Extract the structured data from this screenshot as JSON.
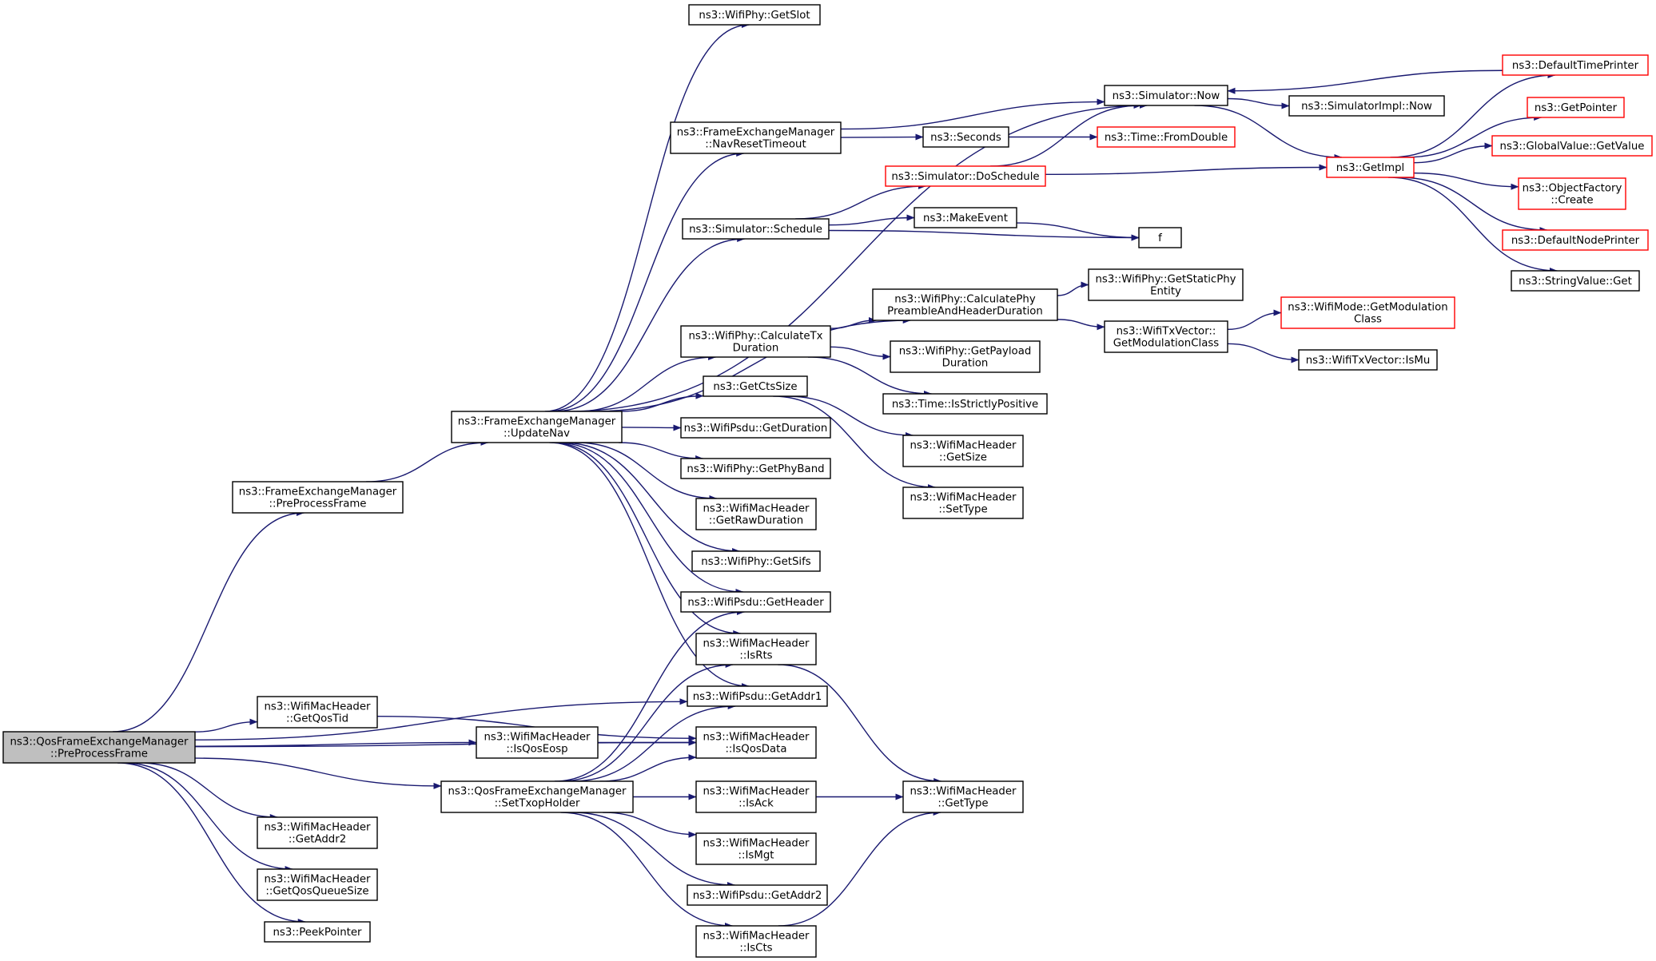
{
  "colors": {
    "edge": "#191970",
    "node_border": "#000000",
    "truncated_node_border": "#ff0000",
    "root_fill": "#bfbfbf",
    "node_fill": "#ffffff"
  },
  "nodes": [
    {
      "id": "qos_preprocess",
      "lines": [
        "ns3::QosFrameExchangeManager",
        "::PreProcessFrame"
      ],
      "root": true
    },
    {
      "id": "fem_preprocess",
      "lines": [
        "ns3::FrameExchangeManager",
        "::PreProcessFrame"
      ]
    },
    {
      "id": "get_qos_tid",
      "lines": [
        "ns3::WifiMacHeader",
        "::GetQosTid"
      ]
    },
    {
      "id": "is_qos_eosp",
      "lines": [
        "ns3::WifiMacHeader",
        "::IsQosEosp"
      ]
    },
    {
      "id": "set_txop_holder",
      "lines": [
        "ns3::QosFrameExchangeManager",
        "::SetTxopHolder"
      ]
    },
    {
      "id": "get_addr2_hdr",
      "lines": [
        "ns3::WifiMacHeader",
        "::GetAddr2"
      ]
    },
    {
      "id": "get_qos_queue_size",
      "lines": [
        "ns3::WifiMacHeader",
        "::GetQosQueueSize"
      ]
    },
    {
      "id": "peek_pointer",
      "lines": [
        "ns3::PeekPointer"
      ]
    },
    {
      "id": "update_nav",
      "lines": [
        "ns3::FrameExchangeManager",
        "::UpdateNav"
      ]
    },
    {
      "id": "get_slot",
      "lines": [
        "ns3::WifiPhy::GetSlot"
      ]
    },
    {
      "id": "nav_reset_timeout",
      "lines": [
        "ns3::FrameExchangeManager",
        "::NavResetTimeout"
      ]
    },
    {
      "id": "sim_schedule",
      "lines": [
        "ns3::Simulator::Schedule"
      ]
    },
    {
      "id": "calc_tx_duration",
      "lines": [
        "ns3::WifiPhy::CalculateTx",
        "Duration"
      ]
    },
    {
      "id": "get_cts_size",
      "lines": [
        "ns3::GetCtsSize"
      ]
    },
    {
      "id": "psdu_get_duration",
      "lines": [
        "ns3::WifiPsdu::GetDuration"
      ]
    },
    {
      "id": "get_phy_band",
      "lines": [
        "ns3::WifiPhy::GetPhyBand"
      ]
    },
    {
      "id": "get_raw_duration",
      "lines": [
        "ns3::WifiMacHeader",
        "::GetRawDuration"
      ]
    },
    {
      "id": "get_sifs",
      "lines": [
        "ns3::WifiPhy::GetSifs"
      ]
    },
    {
      "id": "psdu_get_header",
      "lines": [
        "ns3::WifiPsdu::GetHeader"
      ]
    },
    {
      "id": "is_rts",
      "lines": [
        "ns3::WifiMacHeader",
        "::IsRts"
      ]
    },
    {
      "id": "psdu_get_addr1",
      "lines": [
        "ns3::WifiPsdu::GetAddr1"
      ]
    },
    {
      "id": "is_qos_data",
      "lines": [
        "ns3::WifiMacHeader",
        "::IsQosData"
      ]
    },
    {
      "id": "is_ack",
      "lines": [
        "ns3::WifiMacHeader",
        "::IsAck"
      ]
    },
    {
      "id": "is_mgt",
      "lines": [
        "ns3::WifiMacHeader",
        "::IsMgt"
      ]
    },
    {
      "id": "psdu_get_addr2",
      "lines": [
        "ns3::WifiPsdu::GetAddr2"
      ]
    },
    {
      "id": "is_cts",
      "lines": [
        "ns3::WifiMacHeader",
        "::IsCts"
      ]
    },
    {
      "id": "sim_now",
      "lines": [
        "ns3::Simulator::Now"
      ]
    },
    {
      "id": "seconds",
      "lines": [
        "ns3::Seconds"
      ]
    },
    {
      "id": "sim_do_schedule",
      "lines": [
        "ns3::Simulator::DoSchedule"
      ],
      "truncated": true
    },
    {
      "id": "make_event",
      "lines": [
        "ns3::MakeEvent"
      ]
    },
    {
      "id": "f",
      "lines": [
        "f"
      ]
    },
    {
      "id": "calc_phy_preamble",
      "lines": [
        "ns3::WifiPhy::CalculatePhy",
        "PreambleAndHeaderDuration"
      ]
    },
    {
      "id": "get_payload_duration",
      "lines": [
        "ns3::WifiPhy::GetPayload",
        "Duration"
      ]
    },
    {
      "id": "is_strictly_positive",
      "lines": [
        "ns3::Time::IsStrictlyPositive"
      ]
    },
    {
      "id": "get_size",
      "lines": [
        "ns3::WifiMacHeader",
        "::GetSize"
      ]
    },
    {
      "id": "set_type",
      "lines": [
        "ns3::WifiMacHeader",
        "::SetType"
      ]
    },
    {
      "id": "get_type",
      "lines": [
        "ns3::WifiMacHeader",
        "::GetType"
      ]
    },
    {
      "id": "simimpl_now",
      "lines": [
        "ns3::SimulatorImpl::Now"
      ]
    },
    {
      "id": "time_from_double",
      "lines": [
        "ns3::Time::FromDouble"
      ],
      "truncated": true
    },
    {
      "id": "get_impl",
      "lines": [
        "ns3::GetImpl"
      ],
      "truncated": true
    },
    {
      "id": "get_static_phy_entity",
      "lines": [
        "ns3::WifiPhy::GetStaticPhy",
        "Entity"
      ]
    },
    {
      "id": "txvector_get_mod_class",
      "lines": [
        "ns3::WifiTxVector::",
        "GetModulationClass"
      ]
    },
    {
      "id": "wifimode_get_mod_class",
      "lines": [
        "ns3::WifiMode::GetModulation",
        "Class"
      ],
      "truncated": true
    },
    {
      "id": "txvector_is_mu",
      "lines": [
        "ns3::WifiTxVector::IsMu"
      ]
    },
    {
      "id": "default_time_printer",
      "lines": [
        "ns3::DefaultTimePrinter"
      ],
      "truncated": true
    },
    {
      "id": "get_pointer",
      "lines": [
        "ns3::GetPointer"
      ],
      "truncated": true
    },
    {
      "id": "global_value_get_value",
      "lines": [
        "ns3::GlobalValue::GetValue"
      ],
      "truncated": true
    },
    {
      "id": "object_factory_create",
      "lines": [
        "ns3::ObjectFactory",
        "::Create"
      ],
      "truncated": true
    },
    {
      "id": "default_node_printer",
      "lines": [
        "ns3::DefaultNodePrinter"
      ],
      "truncated": true
    },
    {
      "id": "string_value_get",
      "lines": [
        "ns3::StringValue::Get"
      ]
    }
  ],
  "edges": [
    [
      "qos_preprocess",
      "fem_preprocess"
    ],
    [
      "qos_preprocess",
      "get_qos_tid"
    ],
    [
      "qos_preprocess",
      "is_qos_eosp"
    ],
    [
      "qos_preprocess",
      "set_txop_holder"
    ],
    [
      "qos_preprocess",
      "get_addr2_hdr"
    ],
    [
      "qos_preprocess",
      "get_qos_queue_size"
    ],
    [
      "qos_preprocess",
      "peek_pointer"
    ],
    [
      "qos_preprocess",
      "psdu_get_addr1"
    ],
    [
      "qos_preprocess",
      "is_qos_data"
    ],
    [
      "fem_preprocess",
      "update_nav"
    ],
    [
      "get_qos_tid",
      "is_qos_data"
    ],
    [
      "is_qos_eosp",
      "is_qos_data"
    ],
    [
      "update_nav",
      "get_slot"
    ],
    [
      "update_nav",
      "sim_now"
    ],
    [
      "update_nav",
      "nav_reset_timeout"
    ],
    [
      "update_nav",
      "sim_schedule"
    ],
    [
      "update_nav",
      "calc_phy_preamble"
    ],
    [
      "update_nav",
      "calc_tx_duration"
    ],
    [
      "update_nav",
      "get_cts_size"
    ],
    [
      "update_nav",
      "psdu_get_duration"
    ],
    [
      "update_nav",
      "get_phy_band"
    ],
    [
      "update_nav",
      "get_raw_duration"
    ],
    [
      "update_nav",
      "get_sifs"
    ],
    [
      "update_nav",
      "psdu_get_header"
    ],
    [
      "update_nav",
      "is_rts"
    ],
    [
      "update_nav",
      "psdu_get_addr1"
    ],
    [
      "set_txop_holder",
      "psdu_get_header"
    ],
    [
      "set_txop_holder",
      "is_rts"
    ],
    [
      "set_txop_holder",
      "psdu_get_addr1"
    ],
    [
      "set_txop_holder",
      "is_qos_data"
    ],
    [
      "set_txop_holder",
      "is_ack"
    ],
    [
      "set_txop_holder",
      "is_mgt"
    ],
    [
      "set_txop_holder",
      "psdu_get_addr2"
    ],
    [
      "set_txop_holder",
      "is_cts"
    ],
    [
      "nav_reset_timeout",
      "sim_now"
    ],
    [
      "nav_reset_timeout",
      "seconds"
    ],
    [
      "sim_schedule",
      "sim_do_schedule"
    ],
    [
      "sim_schedule",
      "make_event"
    ],
    [
      "sim_schedule",
      "f"
    ],
    [
      "make_event",
      "f"
    ],
    [
      "calc_tx_duration",
      "calc_phy_preamble"
    ],
    [
      "calc_tx_duration",
      "get_payload_duration"
    ],
    [
      "calc_tx_duration",
      "is_strictly_positive"
    ],
    [
      "get_cts_size",
      "get_size"
    ],
    [
      "get_cts_size",
      "set_type"
    ],
    [
      "is_rts",
      "get_type"
    ],
    [
      "is_ack",
      "get_type"
    ],
    [
      "is_cts",
      "get_type"
    ],
    [
      "sim_now",
      "simimpl_now"
    ],
    [
      "sim_now",
      "get_impl"
    ],
    [
      "seconds",
      "time_from_double"
    ],
    [
      "sim_do_schedule",
      "sim_now"
    ],
    [
      "sim_do_schedule",
      "get_impl"
    ],
    [
      "calc_phy_preamble",
      "get_static_phy_entity"
    ],
    [
      "calc_phy_preamble",
      "txvector_get_mod_class"
    ],
    [
      "txvector_get_mod_class",
      "wifimode_get_mod_class"
    ],
    [
      "txvector_get_mod_class",
      "txvector_is_mu"
    ],
    [
      "get_impl",
      "default_time_printer"
    ],
    [
      "get_impl",
      "get_pointer"
    ],
    [
      "get_impl",
      "global_value_get_value"
    ],
    [
      "get_impl",
      "object_factory_create"
    ],
    [
      "get_impl",
      "default_node_printer"
    ],
    [
      "get_impl",
      "string_value_get"
    ],
    [
      "default_time_printer",
      "sim_now"
    ]
  ]
}
